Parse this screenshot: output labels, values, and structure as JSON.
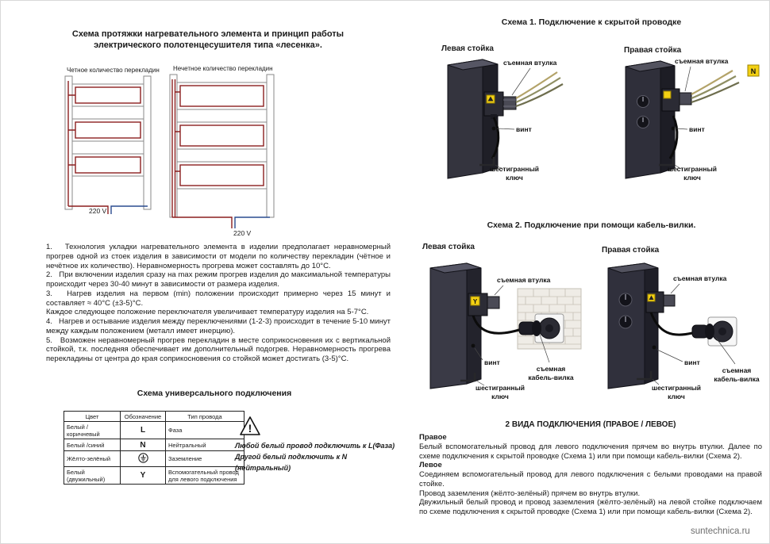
{
  "page": {
    "watermark": "suntechnica.ru"
  },
  "icons": {
    "warning_mark": "!"
  },
  "left": {
    "title": "Схема протяжки нагревательного элемента и принцип работы электрического полотенцесушителя типа «лесенка».",
    "diagram_even_label": "Четное количество перекладин",
    "diagram_odd_label": "Нечетное количество перекладин",
    "voltage_label": "220 V",
    "paragraphs": [
      "1.   Технология укладки нагревательного элемента в изделии предполагает неравномерный прогрев одной из стоек изделия в зависимости от модели по количеству перекладин (чётное и нечётное их количество). Неравномерность прогрева может составлять до 10°С.",
      "2.   При включении изделия сразу на max режим прогрев изделия до максимальной температуры происходит через 30-40 минут в зависимости от размера изделия.",
      "3.   Нагрев изделия на первом (min) положении происходит примерно через 15 минут и составляет ≈ 40°С (±3-5)°С.",
      "Каждое следующее положение переключателя увеличивает температуру изделия на 5-7°С.",
      "4.   Нагрев и остывание изделия между переключениями (1-2-3) происходит в течение 5-10 минут между каждым положением (металл имеет инерцию).",
      "5.   Возможен неравномерный прогрев перекладин в месте соприкосновения их с вертикальной стойкой, т.к. последняя обеспечивает им дополнительный подогрев. Неравномерность прогрева перекладины от центра до края соприкосновения со стойкой может достигать (3-5)°С."
    ],
    "universal_heading": "Схема универсального подключения",
    "table": {
      "headers": [
        "Цвет",
        "Обозначение",
        "Тип провода"
      ],
      "rows": [
        {
          "color": "Белый /коричневый",
          "mark": "L",
          "type": "Фаза"
        },
        {
          "color": "Белый /синий",
          "mark": "N",
          "type": "Нейтральный"
        },
        {
          "color": "Жёлто-зелёный",
          "mark": "",
          "type": "Заземление"
        },
        {
          "color": "Белый (двужильный)",
          "mark": "Y",
          "type": "Вспомогательный провод для левого подключения"
        }
      ]
    },
    "warning_line1": "Любой белый провод подключить к L(Фаза)",
    "warning_line2": "Другой белый подключить к N (нейтральный)"
  },
  "right": {
    "scheme1_title": "Схема 1. Подключение к скрытой проводке",
    "scheme2_title": "Схема 2. Подключение при помощи кабель-вилки.",
    "left_post": "Левая стойка",
    "right_post": "Правая стойка",
    "labels": {
      "bushing": "съемная втулка",
      "screw": "винт",
      "hexkey_l1": "шестигранный",
      "hexkey_l2": "ключ",
      "plug_l1": "съемная",
      "plug_l2": "кабель-вилка",
      "n_tag": "N",
      "y_tag": "Y"
    },
    "types_heading": "2 ВИДА ПОДКЛЮЧЕНИЯ (ПРАВОЕ / ЛЕВОЕ)",
    "right_label": "Правое",
    "right_text": "Белый вспомогательный провод для левого подключения прячем во внутрь втулки. Далее по схеме подключения к скрытой проводке (Схема 1) или при помощи кабель-вилки (Схема 2).",
    "left_label": "Левое",
    "left_text1": "Соединяем вспомогательный провод для левого подключения с белыми проводами на правой стойке.",
    "left_text2": "Провод заземления (жёлто-зелёный) прячем во внутрь втулки.",
    "left_text3": "Двужильный белый провод и провод заземления (жёлто-зелёный) на левой стойке подключаем по схеме подключения к скрытой проводке (Схема 1) или при помощи кабель-вилки (Схема 2)."
  }
}
